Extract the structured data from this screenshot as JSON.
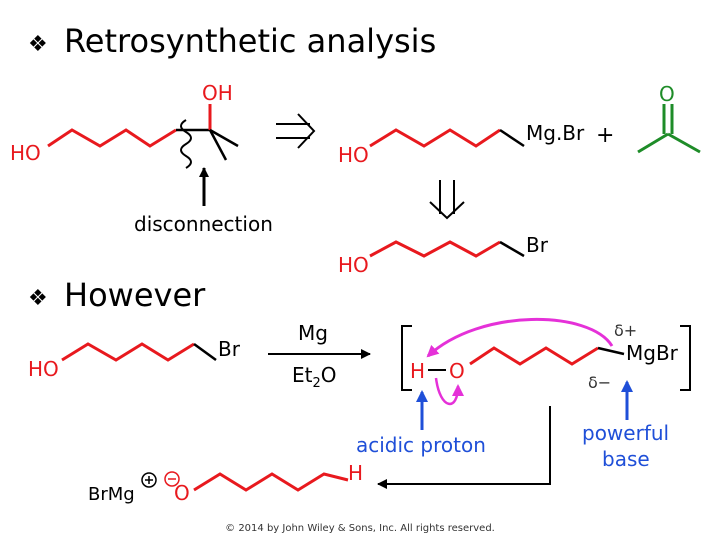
{
  "bullets": {
    "symbol": "❖",
    "first": "Retrosynthetic analysis",
    "second": "However"
  },
  "retro": {
    "target_oh": "OH",
    "target_ho": "HO",
    "disconnection": "disconnection",
    "grignard_ho": "HO",
    "grignard_mgbr": "Mg.Br",
    "plus": "+",
    "ketone_o": "O",
    "bromide_ho": "HO",
    "bromide_br": "Br"
  },
  "reaction": {
    "start_ho": "HO",
    "start_br": "Br",
    "reagent_top": "Mg",
    "reagent_bottom": "Et",
    "reagent_sub": "2",
    "reagent_tail": "O",
    "h": "H",
    "o": "O",
    "delta_plus": "δ+",
    "delta_minus": "δ−",
    "mgbr": "MgBr",
    "acidic": "acidic proton",
    "powerful": "powerful",
    "base": "base",
    "prod_brmg": "BrMg",
    "prod_o": "O",
    "prod_h": "H"
  },
  "colors": {
    "red": "#e8191e",
    "green": "#1e8c28",
    "blue": "#1f4fd8",
    "magenta": "#e531d8",
    "black": "#000000"
  },
  "footer": "© 2014 by John Wiley & Sons, Inc. All rights reserved."
}
